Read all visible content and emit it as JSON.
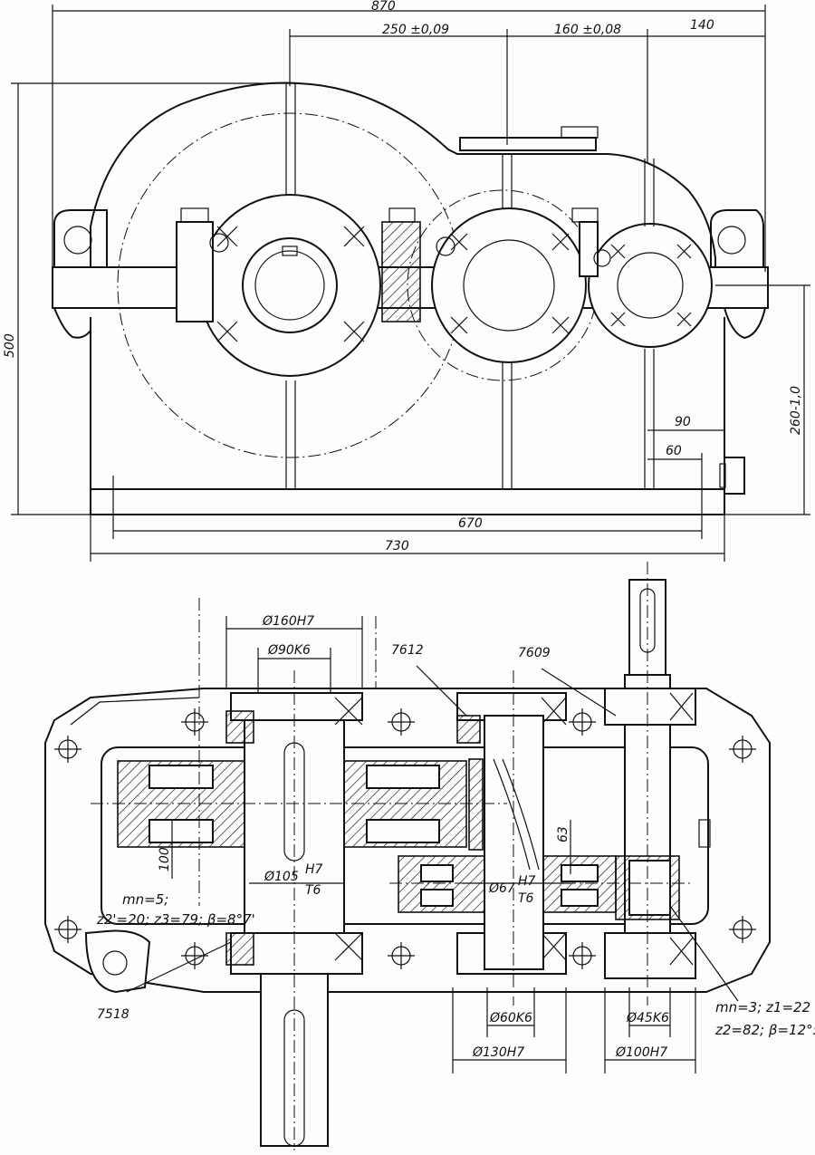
{
  "top_view": {
    "dims": {
      "overall_width": "870",
      "center_dist_1": "250 ±0,09",
      "center_dist_2": "160 ±0,08",
      "right_offset": "140",
      "height": "500",
      "axis_height": "260-1,0",
      "drain_90": "90",
      "drain_60": "60",
      "base_670": "670",
      "base_730": "730"
    }
  },
  "section_view": {
    "dims": {
      "bore_160": "Ø160H7",
      "shaft_90": "Ø90K6",
      "bearing_7612": "7612",
      "bearing_7609": "7609",
      "len_100": "100",
      "len_63": "63",
      "fit_105": "Ø105",
      "fit_105_num": "H7",
      "fit_105_den": "T6",
      "fit_67": "Ø67",
      "fit_67_num": "H7",
      "fit_67_den": "T6",
      "bearing_7518": "7518",
      "shaft_60": "Ø60K6",
      "bore_130": "Ø130H7",
      "shaft_45": "Ø45K6",
      "bore_100": "Ø100H7"
    },
    "notes": {
      "slow_stage_line1": "mn=5;",
      "slow_stage_line2": "z2'=20; z3=79; β=8°7'",
      "fast_stage_line1": "mn=3; z1=22",
      "fast_stage_line2": "z2=82; β=12°5"
    }
  }
}
